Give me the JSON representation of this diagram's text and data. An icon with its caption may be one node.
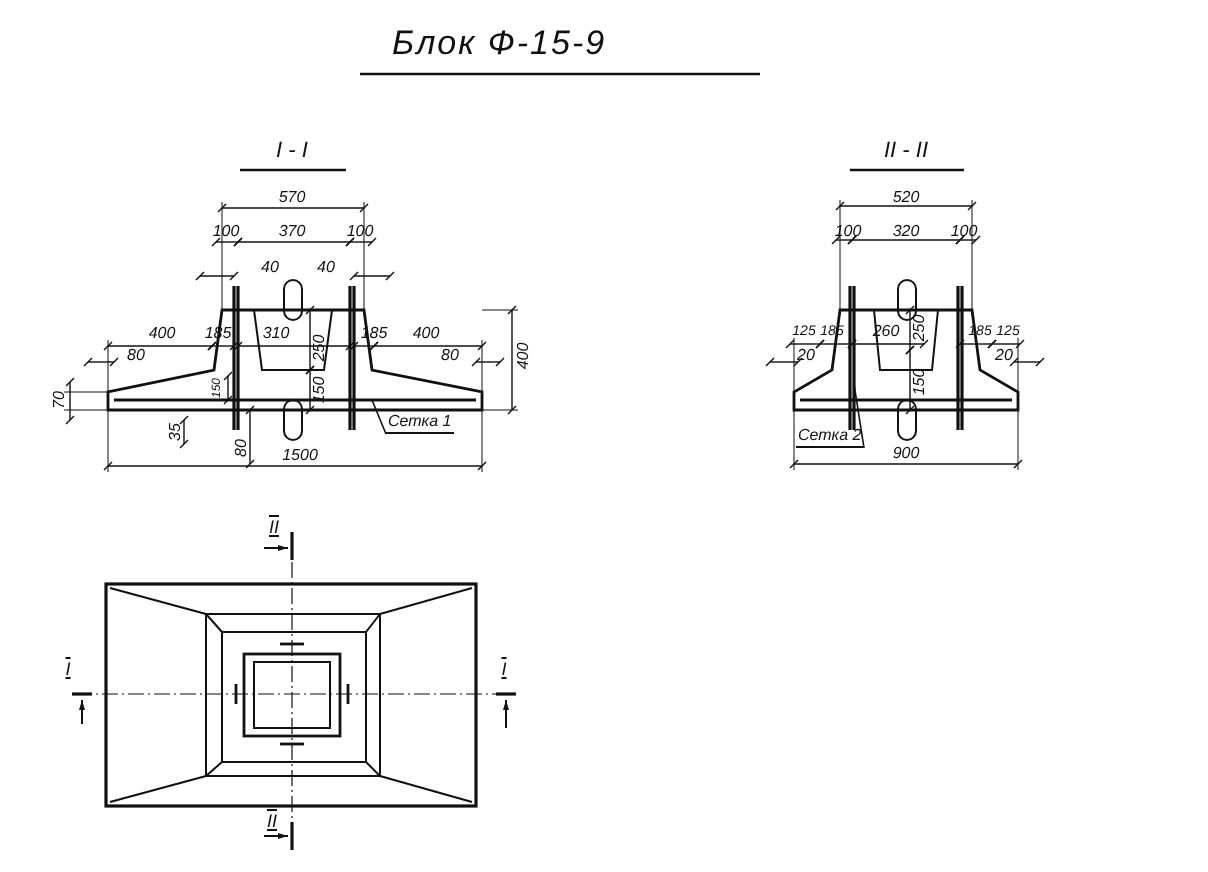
{
  "diagram": {
    "title": "Блок Ф-15-9",
    "nodes": [
      {
        "text": [
          "Сетка 1"
        ]
      },
      {
        "text": [
          "Сетка 2"
        ]
      }
    ],
    "edges": [
      {
        "from": 0,
        "to": null,
        "arrow": "none"
      },
      {
        "from": 1,
        "to": null,
        "arrow": "none"
      }
    ],
    "labels": [
      "I - I",
      "570",
      "100",
      "370",
      "100",
      "40",
      "40",
      "400",
      "185",
      "310",
      "185",
      "400",
      "80",
      "80",
      "400",
      "70",
      "150",
      "250",
      "150",
      "35",
      "80",
      "1500",
      "II - II",
      "520",
      "100",
      "320",
      "100",
      "125",
      "185",
      "260",
      "185",
      "125",
      "20",
      "20",
      "250",
      "150",
      "900",
      "II",
      "I",
      "I",
      "II"
    ]
  }
}
